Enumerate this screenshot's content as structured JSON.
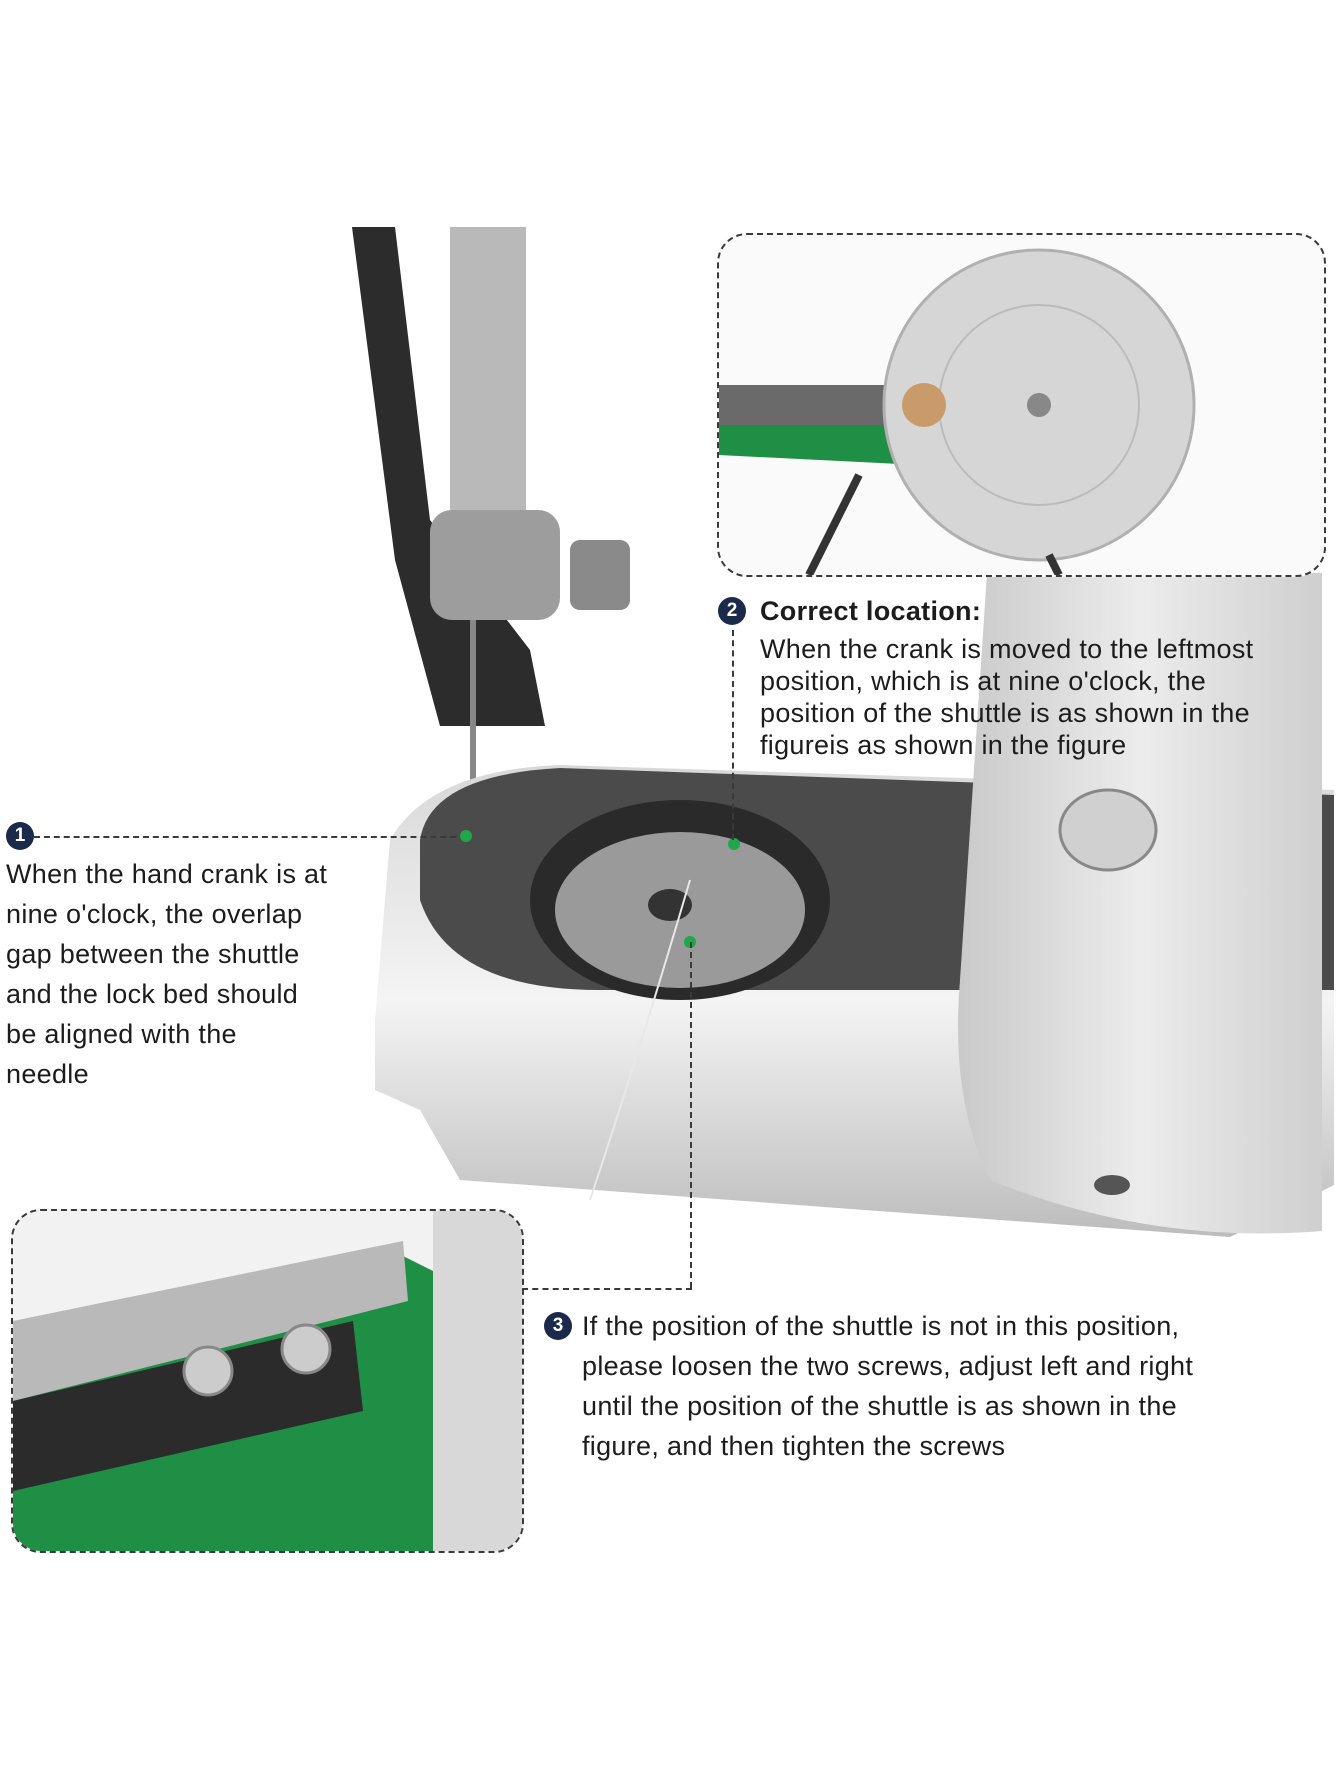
{
  "callouts": [
    {
      "number": "1",
      "lines": [
        "When the hand crank is at",
        "nine o'clock, the overlap",
        "gap between the shuttle",
        "and the lock bed should",
        "be aligned with the",
        "needle"
      ]
    },
    {
      "number": "2",
      "title": "Correct location:",
      "lines": [
        "When the crank is moved to the leftmost",
        "position, which is at nine o'clock, the",
        "position of the shuttle is as shown in the",
        "figureis as shown in the figure"
      ]
    },
    {
      "number": "3",
      "lines": [
        "If the position of the shuttle is not in this position,",
        "please loosen the two screws, adjust left and right",
        "until the position of the shuttle is as shown in the",
        "figure, and then tighten the screws"
      ]
    }
  ],
  "colors": {
    "badge": "#1b2a4a",
    "machine_green": "#1f8f45",
    "marker_green": "#1fa84a"
  }
}
